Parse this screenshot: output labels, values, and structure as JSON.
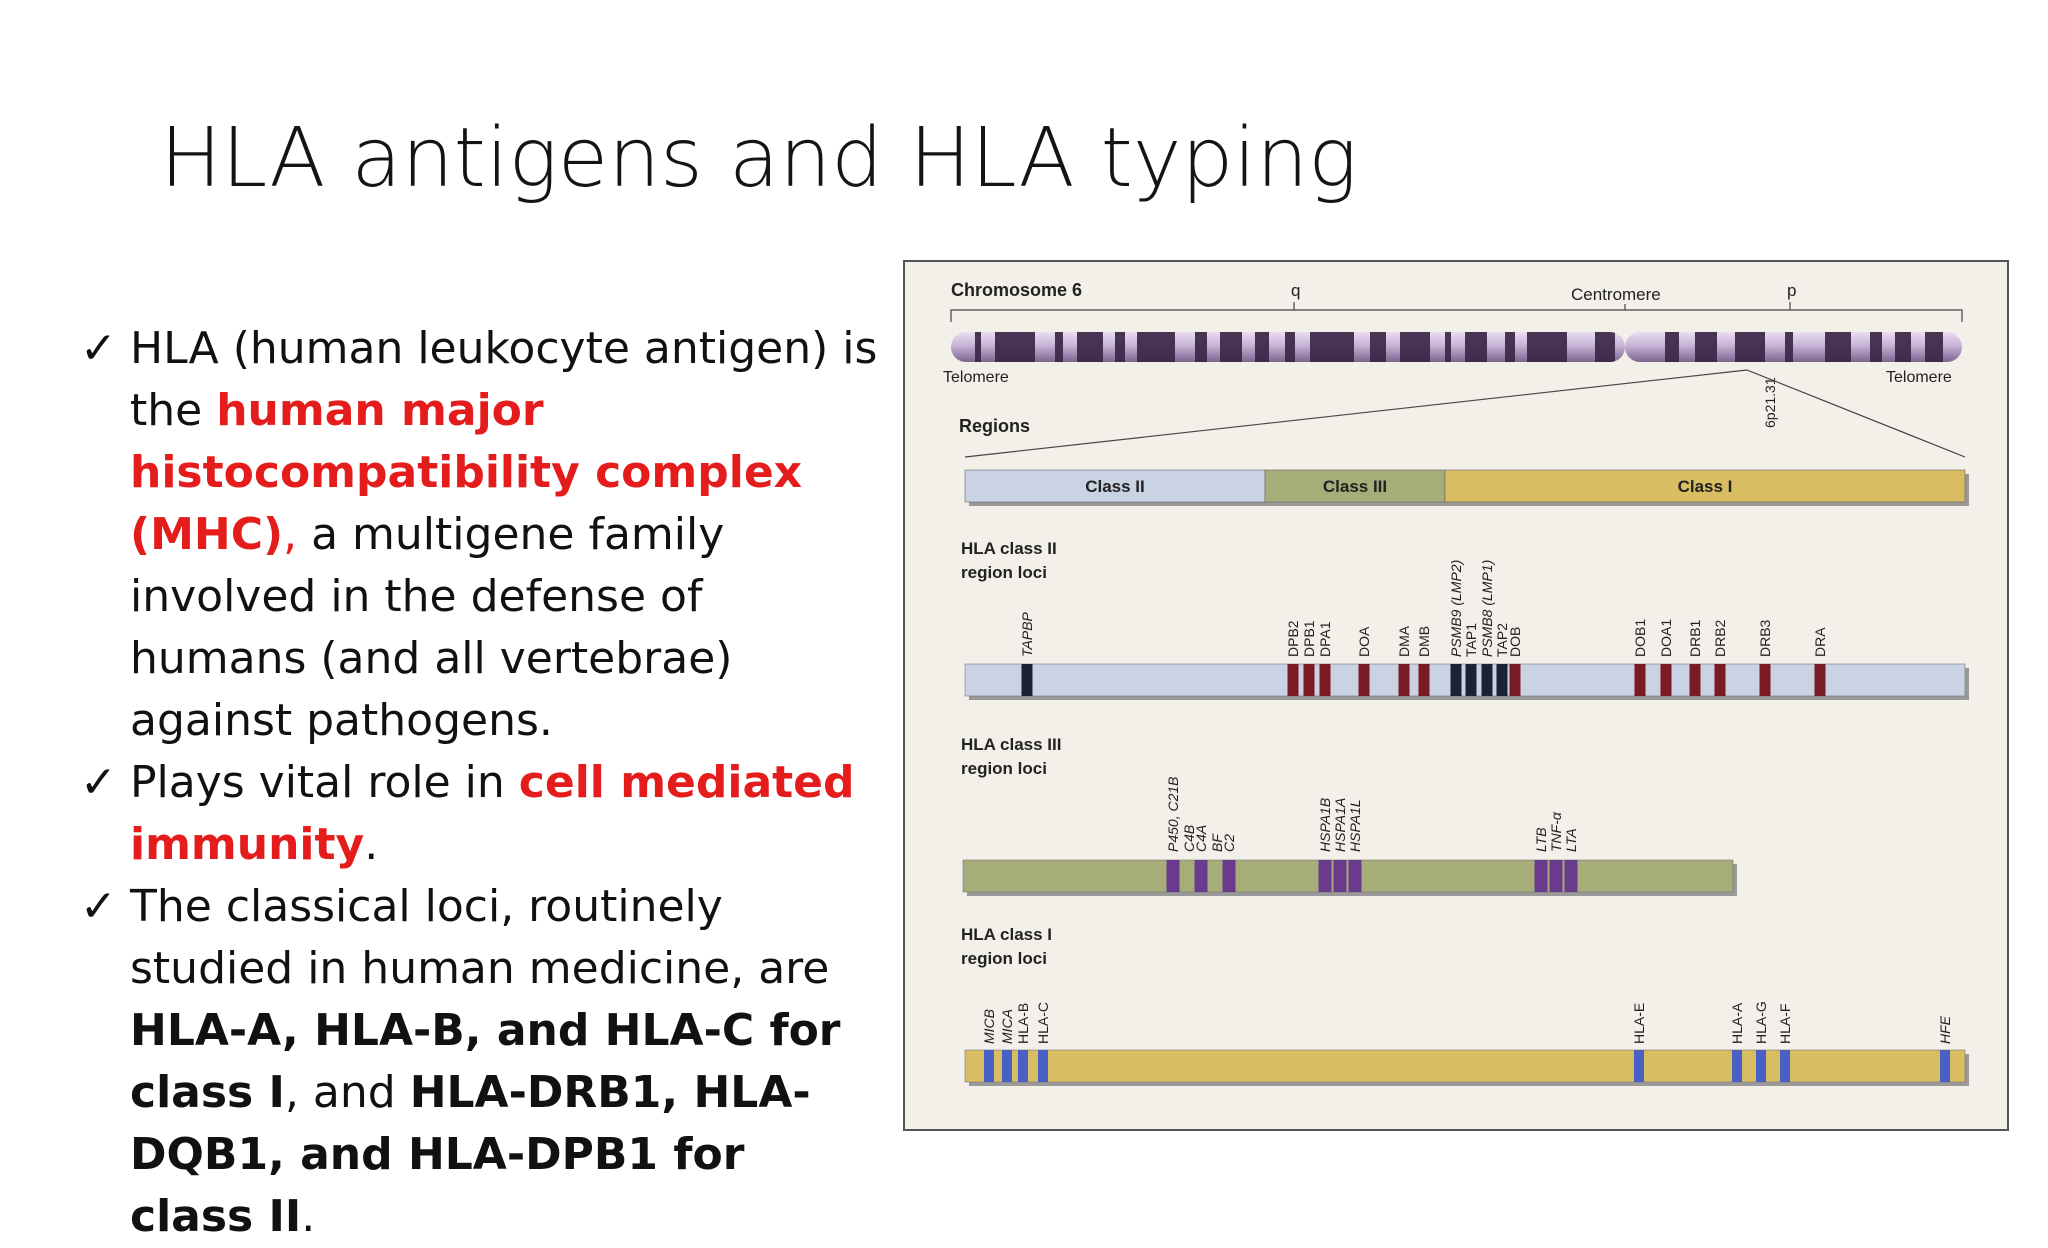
{
  "title": "HLA antigens and HLA typing",
  "bullets": [
    {
      "check": "✓",
      "segments": [
        {
          "text": "HLA (human leukocyte antigen) is the ",
          "style": "normal"
        },
        {
          "text": "human major histocompatibility complex (MHC)",
          "style": "red"
        },
        {
          "text": ",",
          "style": "red-normal"
        },
        {
          "text": " a multigene family involved in the defense of humans (and all vertebrae) against pathogens.",
          "style": "normal"
        }
      ]
    },
    {
      "check": "✓",
      "segments": [
        {
          "text": "Plays vital role in ",
          "style": "normal"
        },
        {
          "text": "cell mediated immunity",
          "style": "red"
        },
        {
          "text": ".",
          "style": "normal"
        }
      ]
    },
    {
      "check": "✓",
      "segments": [
        {
          "text": "The classical loci, routinely studied in human medicine, are ",
          "style": "normal"
        },
        {
          "text": "HLA-A, HLA-B, and HLA-C for class I",
          "style": "bold"
        },
        {
          "text": ", and ",
          "style": "normal"
        },
        {
          "text": "HLA-DRB1, HLA-DQB1, and HLA-DPB1 for class II",
          "style": "bold"
        },
        {
          "text": ".",
          "style": "normal"
        }
      ]
    }
  ],
  "diagram": {
    "chromosome_label": "Chromosome 6",
    "q_label": "q",
    "centromere_label": "Centromere",
    "p_label": "p",
    "telomere_left": "Telomere",
    "telomere_right": "Telomere",
    "band_label": "6p21.31",
    "regions_label": "Regions",
    "regions": [
      {
        "label": "Class II",
        "color": "#c9d3e3",
        "from": 0,
        "to": 0.3
      },
      {
        "label": "Class III",
        "color": "#a7ad78",
        "from": 0.3,
        "to": 0.48
      },
      {
        "label": "Class I",
        "color": "#d9bd62",
        "from": 0.48,
        "to": 1
      }
    ],
    "class2": {
      "title_line1": "HLA class II",
      "title_line2": "region loci",
      "bar_color": "#c9d3e3",
      "genes": [
        "TAPBP",
        "DPB2",
        "DPB1",
        "DPA1",
        "DOA",
        "DMA",
        "DMB",
        "PSMB9 (LMP2)",
        "TAP1",
        "PSMB8 (LMP1)",
        "TAP2",
        "DOB",
        "DOB1",
        "DOA1",
        "DRB1",
        "DRB2",
        "DRB3",
        "DRA"
      ]
    },
    "class3": {
      "title_line1": "HLA class III",
      "title_line2": "region loci",
      "bar_color": "#a7ad78",
      "genes": [
        "P450, C21B",
        "C4B",
        "C4A",
        "BF",
        "C2",
        "HSPA1B",
        "HSPA1A",
        "HSPA1L",
        "LTB",
        "TNF-α",
        "LTA"
      ]
    },
    "class1": {
      "title_line1": "HLA class I",
      "title_line2": "region loci",
      "bar_color": "#d9bd62",
      "genes": [
        "MICB",
        "MICA",
        "HLA-B",
        "HLA-C",
        "HLA-E",
        "HLA-A",
        "HLA-G",
        "HLA-F",
        "HFE"
      ]
    },
    "colors": {
      "class2_marker": "#7a1a22",
      "class2_dark_marker": "#1a2233",
      "class3_marker": "#6a3a8c",
      "class1_marker": "#4a5fc4",
      "chromosome_light": "#c7b3d6",
      "chromosome_dark": "#3a2244"
    }
  }
}
